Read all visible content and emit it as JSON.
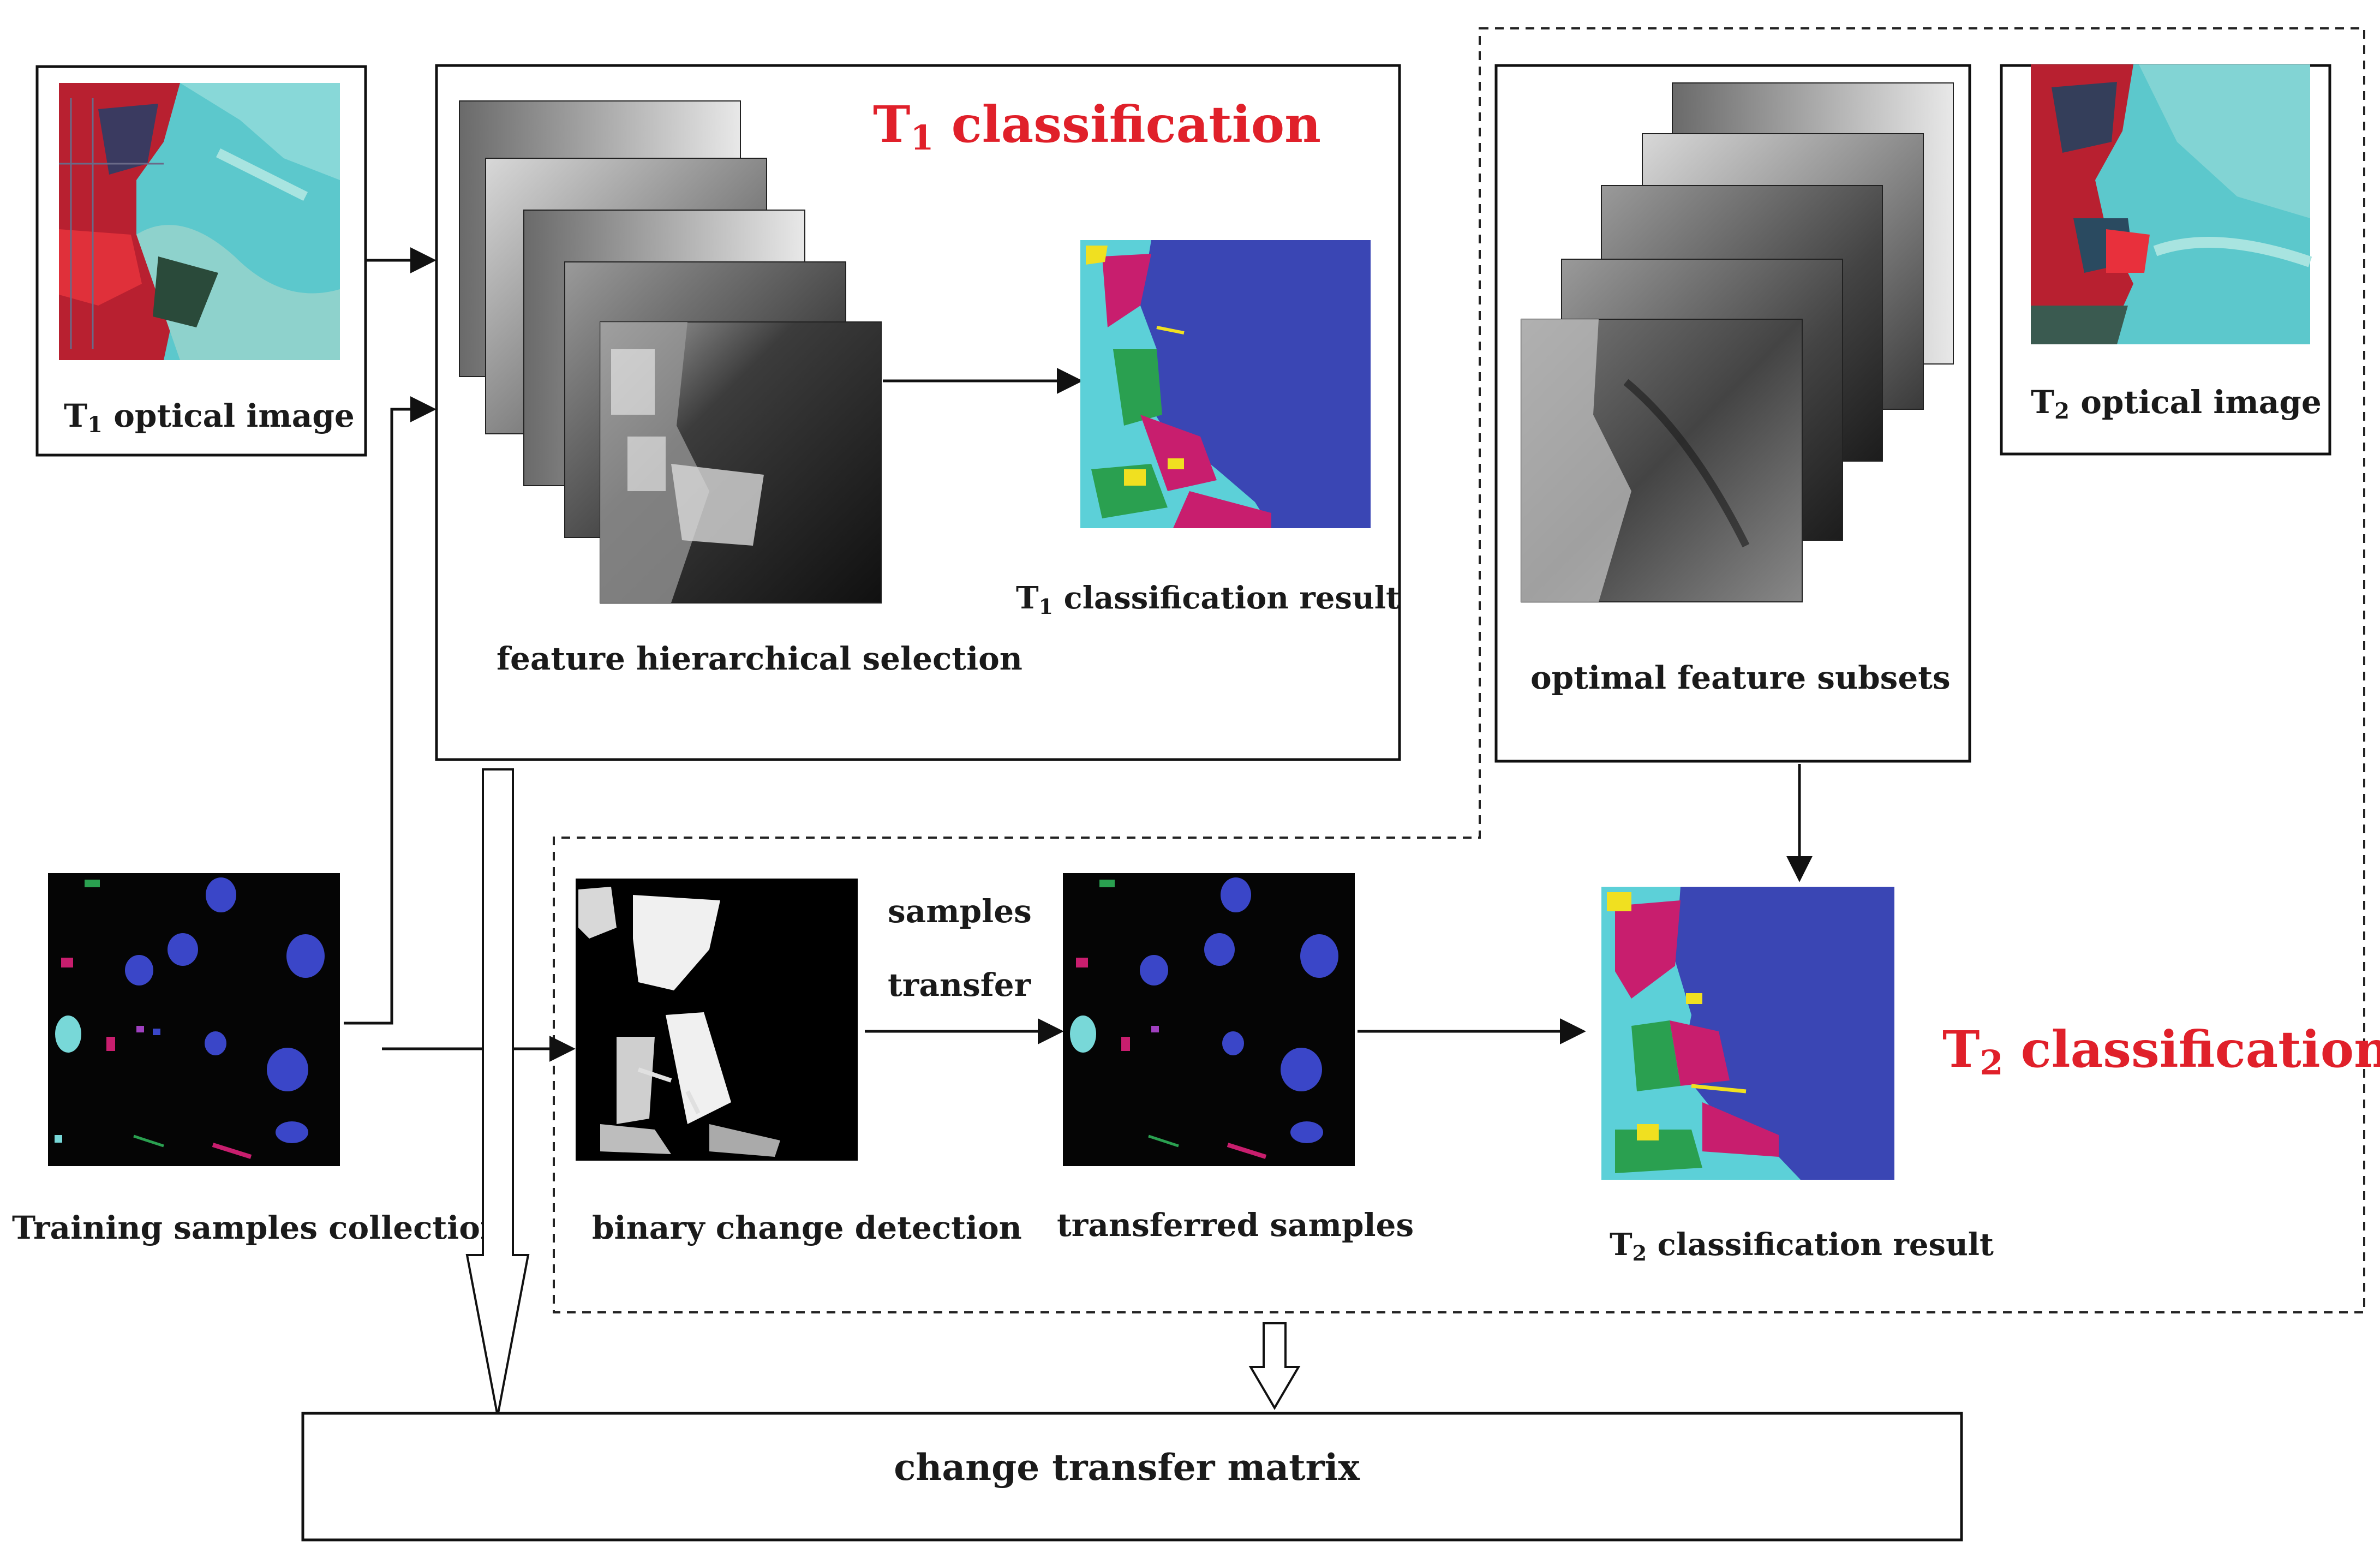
{
  "t1": {
    "title_main": "T",
    "title_sub": "1",
    "title_rest": " classification",
    "optical_label_main": "T",
    "optical_label_sub": "1",
    "optical_label_rest": " optical image",
    "feature_label": "feature hierarchical selection",
    "result_label_main": "T",
    "result_label_sub": "1",
    "result_label_rest": " classification result"
  },
  "t2": {
    "title_main": "T",
    "title_sub": "2",
    "title_rest": " classification",
    "optical_label_main": "T",
    "optical_label_sub": "2",
    "optical_label_rest": " optical image",
    "feature_label": "optimal feature subsets",
    "result_label_main": "T",
    "result_label_sub": "2",
    "result_label_rest": " classification result"
  },
  "samples": {
    "training_label": "Training samples collection",
    "binary_label": "binary change detection",
    "transfer_line1": "samples",
    "transfer_line2": "transfer",
    "transferred_label": "transferred samples"
  },
  "matrix_label": "change transfer matrix",
  "colors": {
    "title_red": "#e0202a",
    "water_blue": "#3a46b4",
    "cyan": "#5cd0d8",
    "magenta": "#c81e6e",
    "green": "#2aa050",
    "yellow": "#f0e020",
    "veg_red": "#c81e28",
    "teal_water": "#78c8c8"
  }
}
